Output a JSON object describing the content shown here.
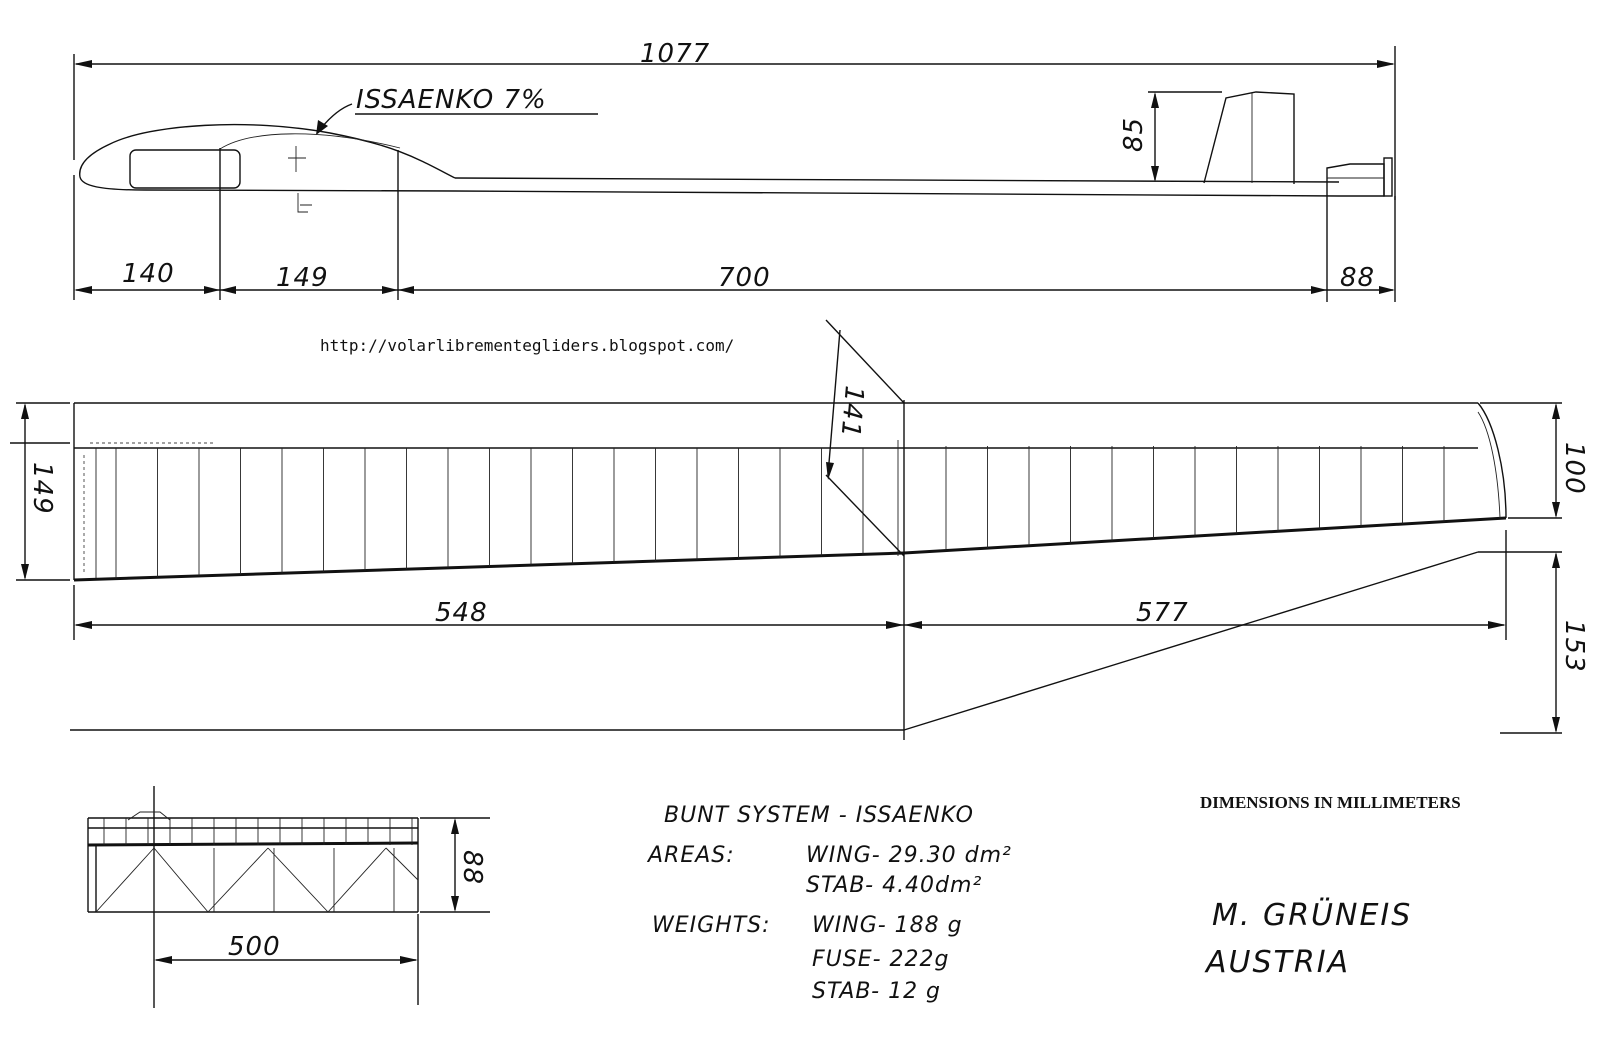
{
  "side_view": {
    "overall_length": "1077",
    "airfoil_label": "ISSAENKO 7%",
    "fin_height": "85",
    "segments": [
      "140",
      "149",
      "700",
      "88"
    ]
  },
  "source_url": "http://volarlibrementegliders.blogspot.com/",
  "wing_plan": {
    "root_chord": "149",
    "break_chord": "141",
    "tip_chord": "100",
    "inner_panel_span": "548",
    "outer_panel_span": "577",
    "tip_dihedral_rise": "153"
  },
  "stab_plan": {
    "span": "500",
    "chord": "88"
  },
  "specs": {
    "system": "BUNT SYSTEM - ISSAENKO",
    "areas_label": "AREAS:",
    "wing_area": "WING- 29.30 dm²",
    "stab_area": "STAB- 4.40dm²",
    "weights_label": "WEIGHTS:",
    "wing_weight": "WING- 188 g",
    "fuse_weight": "FUSE- 222g",
    "stab_weight": "STAB- 12 g"
  },
  "units_note": "DIMENSIONS IN MILLIMETERS",
  "author": {
    "name": "M. GRÜNEIS",
    "country": "AUSTRIA"
  }
}
